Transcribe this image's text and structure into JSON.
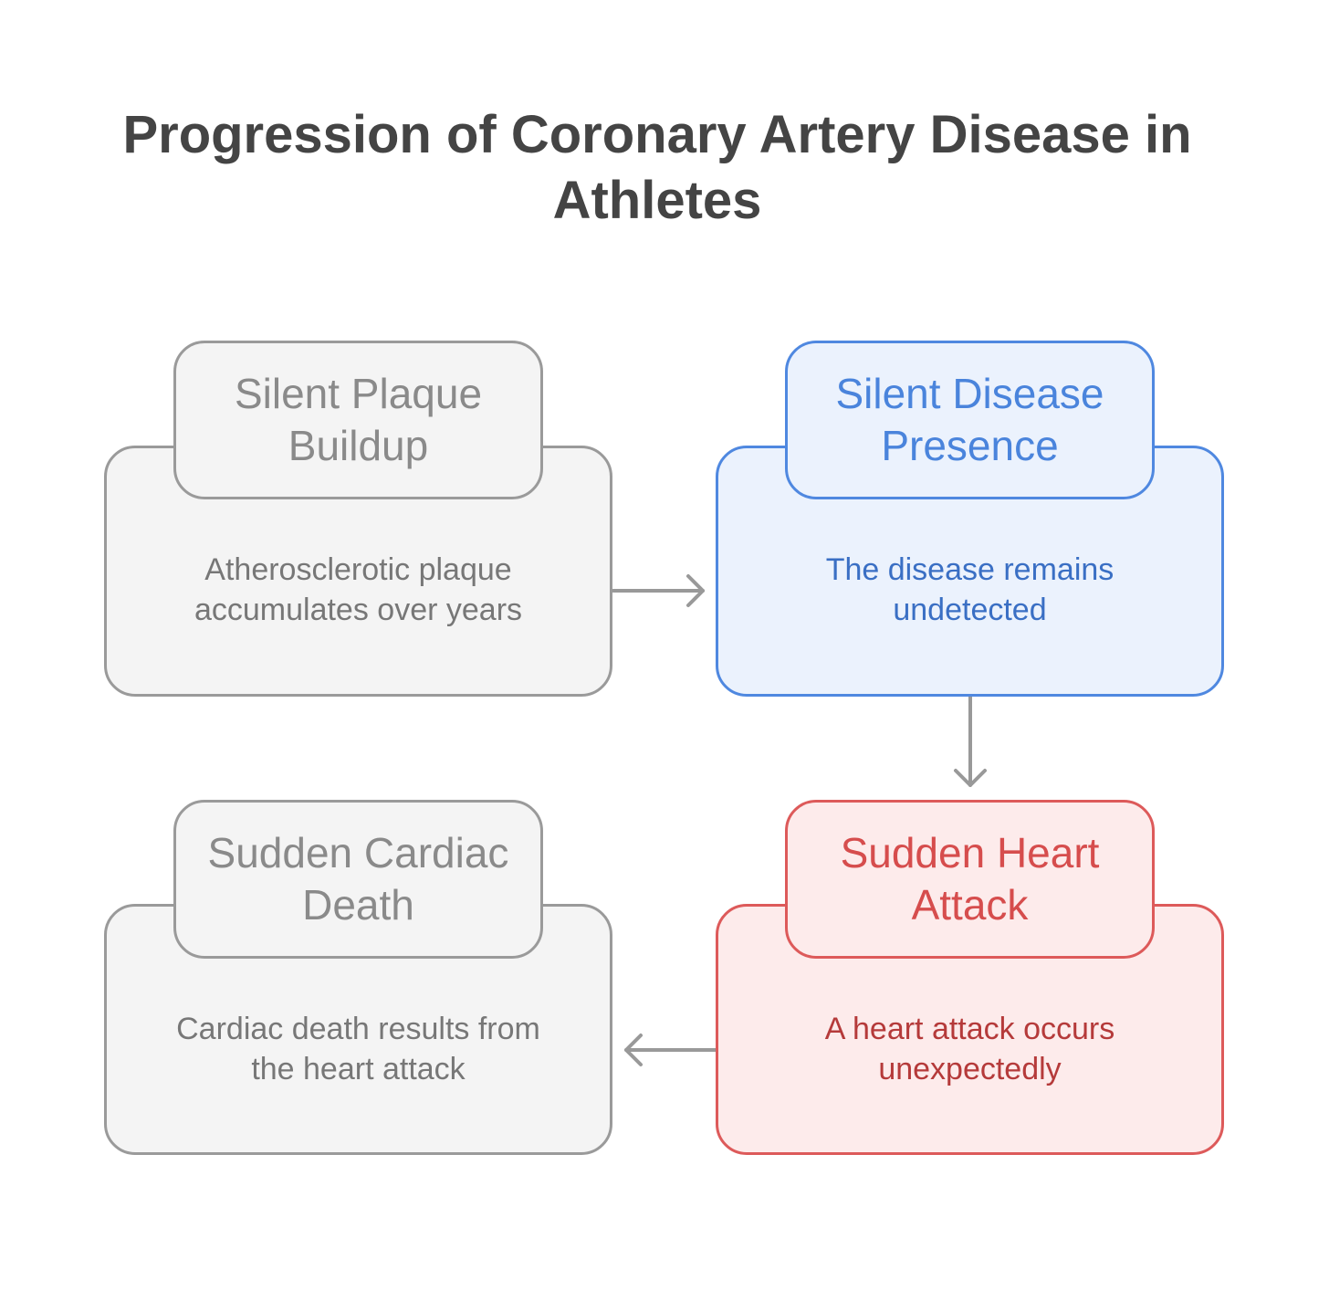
{
  "title": "Progression of Coronary Artery Disease in Athletes",
  "colors": {
    "gray_border": "#9a9a9a",
    "gray_fill": "#f4f4f4",
    "blue_border": "#4f88e0",
    "blue_fill": "#ebf2fd",
    "red_border": "#dd5a5a",
    "red_fill": "#fdebeb",
    "arrow": "#999999"
  },
  "steps": [
    {
      "heading": "Silent Plaque Buildup",
      "description": "Atherosclerotic plaque accumulates over years",
      "theme": "gray"
    },
    {
      "heading": "Silent Disease Presence",
      "description": "The disease remains undetected",
      "theme": "blue"
    },
    {
      "heading": "Sudden Heart Attack",
      "description": "A heart attack occurs unexpectedly",
      "theme": "red"
    },
    {
      "heading": "Sudden Cardiac Death",
      "description": "Cardiac death results from the heart attack",
      "theme": "gray"
    }
  ]
}
